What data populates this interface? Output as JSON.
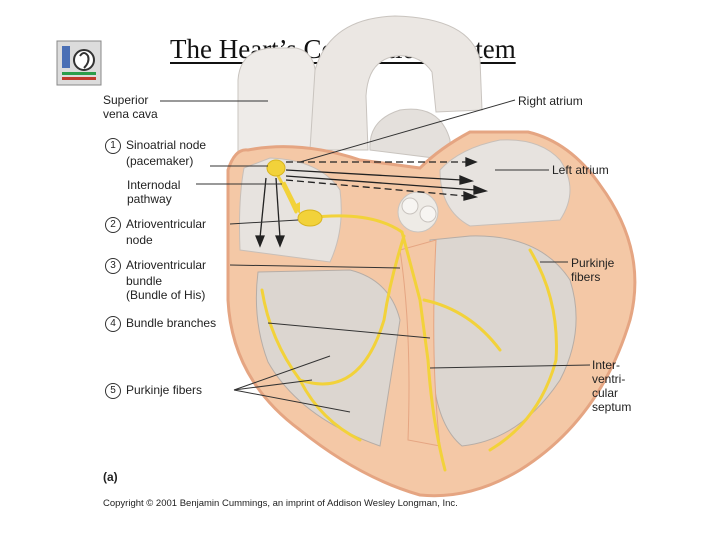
{
  "title": "The Heart’s Conduction System",
  "labels": {
    "superior_vena_cava": [
      "Superior",
      "vena cava"
    ],
    "sa_node": {
      "number": "1",
      "lines": [
        "Sinoatrial node",
        "(pacemaker)"
      ]
    },
    "internodal_pathway": [
      "Internodal",
      "pathway"
    ],
    "av_node": {
      "number": "2",
      "lines": [
        "Atrioventricular",
        "node"
      ]
    },
    "av_bundle": {
      "number": "3",
      "lines": [
        "Atrioventricular",
        "bundle",
        "(Bundle of His)"
      ]
    },
    "bundle_branches": {
      "number": "4",
      "lines": [
        "Bundle branches"
      ]
    },
    "purkinje_left": {
      "number": "5",
      "lines": [
        "Purkinje fibers"
      ]
    },
    "right_atrium": "Right atrium",
    "left_atrium": "Left atrium",
    "purkinje_right": [
      "Purkinje",
      "fibers"
    ],
    "septum": [
      "Inter-",
      "ventri-",
      "cular",
      "septum"
    ]
  },
  "figure_label": "(a)",
  "copyright": "Copyright © 2001 Benjamin Cummings, an imprint of Addison Wesley Longman, Inc.",
  "colors": {
    "heart_tissue": "#f4c8a6",
    "heart_outline": "#e5a582",
    "chamber": "#e7e3df",
    "vessel": "#eeebe8",
    "conduction": "#f2d23a",
    "leader": "#333333"
  },
  "icons": {
    "logo": "slide-logo-icon"
  }
}
